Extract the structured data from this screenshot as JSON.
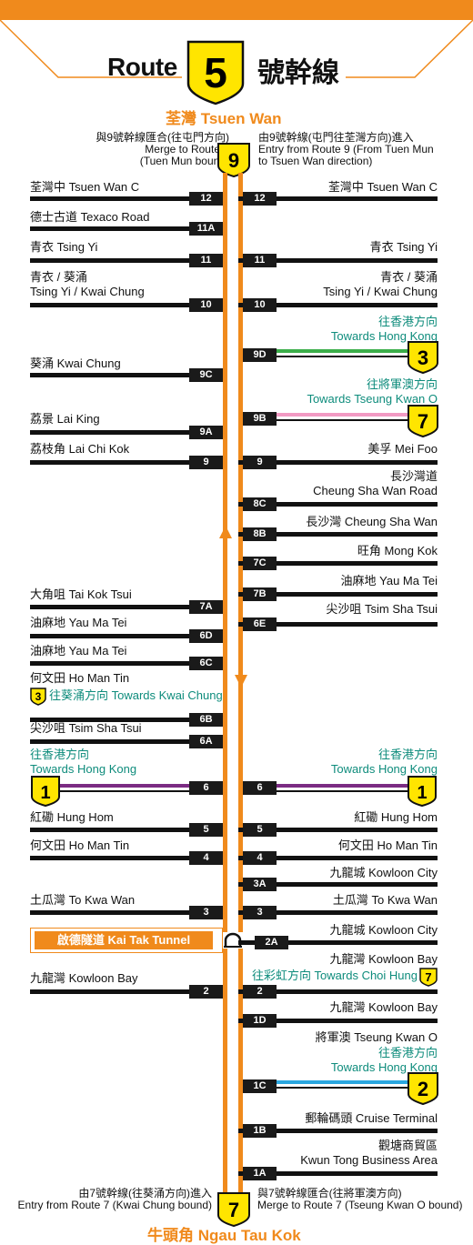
{
  "header": {
    "route_word": "Route",
    "route_number": "5",
    "route_cn": "號幹線"
  },
  "top_terminus": "荃灣 Tsuen Wan",
  "bottom_terminus": "牛頭角 Ngau Tau Kok",
  "top_left_note": {
    "cn": "與9號幹線匯合(往屯門方向)",
    "en1": "Merge to Route 9",
    "en2": "(Tuen Mun bound)"
  },
  "top_right_note": {
    "cn": "由9號幹線(屯門往荃灣方向)進入",
    "en1": "Entry from Route 9 (From Tuen Mun",
    "en2": "to Tsuen Wan direction)"
  },
  "bottom_left_note": {
    "cn": "由7號幹線(往葵涌方向)進入",
    "en": "Entry from Route 7 (Kwai Chung bound)"
  },
  "bottom_right_note": {
    "cn": "與7號幹線匯合(往將軍澳方向)",
    "en": "Merge to Route 7 (Tseung  Kwan O bound)"
  },
  "shields": {
    "route9": "9",
    "route7": "7",
    "route3": "3",
    "route1": "1",
    "route2": "2"
  },
  "tunnel": "啟德隧道 Kai Tak Tunnel",
  "colors": {
    "orange": "#F08A1C",
    "shield_yellow": "#FFE500",
    "route3_green": "#3BAE49",
    "route7_pink": "#F29AC3",
    "route1_purple": "#7B2B83",
    "route2_blue": "#2AA7E0",
    "teal_text": "#0E8C7C"
  },
  "left_exits": [
    {
      "exit": "12",
      "label1": "荃灣中 Tsuen Wan C",
      "label2": ""
    },
    {
      "exit": "11A",
      "label1": "德士古道 Texaco Road",
      "label2": ""
    },
    {
      "exit": "11",
      "label1": "青衣 Tsing Yi",
      "label2": ""
    },
    {
      "exit": "10",
      "label1": "青衣 / 葵涌",
      "label2": "Tsing Yi / Kwai Chung"
    },
    {
      "exit": "9C",
      "label1": "葵涌 Kwai Chung",
      "label2": ""
    },
    {
      "exit": "9A",
      "label1": "荔景 Lai King",
      "label2": ""
    },
    {
      "exit": "9",
      "label1": "荔枝角 Lai Chi Kok",
      "label2": ""
    },
    {
      "exit": "7A",
      "label1": "大角咀 Tai Kok Tsui",
      "label2": ""
    },
    {
      "exit": "6D",
      "label1": "油麻地 Yau Ma Tei",
      "label2": ""
    },
    {
      "exit": "6C",
      "label1": "油麻地 Yau Ma Tei",
      "label2": ""
    },
    {
      "exit": "6B",
      "label1": "何文田 Ho Man Tin",
      "label2": "往葵涌方向 Towards Kwai Chung"
    },
    {
      "exit": "6A",
      "label1": "尖沙咀 Tsim Sha Tsui",
      "label2": ""
    },
    {
      "exit": "6",
      "label1": "往香港方向",
      "label2": "Towards Hong Kong"
    },
    {
      "exit": "5",
      "label1": "紅磡 Hung Hom",
      "label2": ""
    },
    {
      "exit": "4",
      "label1": "何文田 Ho Man Tin",
      "label2": ""
    },
    {
      "exit": "3",
      "label1": "土瓜灣 To Kwa Wan",
      "label2": ""
    },
    {
      "exit": "2",
      "label1": "九龍灣 Kowloon Bay",
      "label2": ""
    }
  ],
  "right_exits": [
    {
      "exit": "12",
      "label1": "荃灣中 Tsuen Wan C",
      "label2": ""
    },
    {
      "exit": "11",
      "label1": "青衣 Tsing Yi",
      "label2": ""
    },
    {
      "exit": "10",
      "label1": "青衣 / 葵涌",
      "label2": "Tsing Yi / Kwai Chung"
    },
    {
      "exit": "9D",
      "label1": "往香港方向",
      "label2": "Towards Hong Kong"
    },
    {
      "exit": "9B",
      "label1": "往將軍澳方向",
      "label2": "Towards Tseung Kwan O"
    },
    {
      "exit": "9",
      "label1": "美孚 Mei Foo",
      "label2": ""
    },
    {
      "exit": "8C",
      "label1": "長沙灣道",
      "label2": "Cheung Sha Wan Road"
    },
    {
      "exit": "8B",
      "label1": "長沙灣 Cheung Sha Wan",
      "label2": ""
    },
    {
      "exit": "7C",
      "label1": "旺角 Mong Kok",
      "label2": ""
    },
    {
      "exit": "7B",
      "label1": "油麻地 Yau Ma Tei",
      "label2": ""
    },
    {
      "exit": "6E",
      "label1": "尖沙咀 Tsim Sha Tsui",
      "label2": ""
    },
    {
      "exit": "6",
      "label1": "往香港方向",
      "label2": "Towards Hong Kong"
    },
    {
      "exit": "5",
      "label1": "紅磡 Hung Hom",
      "label2": ""
    },
    {
      "exit": "4",
      "label1": "何文田 Ho Man Tin",
      "label2": ""
    },
    {
      "exit": "3A",
      "label1": "九龍城 Kowloon City",
      "label2": ""
    },
    {
      "exit": "3",
      "label1": "土瓜灣 To Kwa Wan",
      "label2": ""
    },
    {
      "exit": "2A",
      "label1": "九龍城 Kowloon City",
      "label2": ""
    },
    {
      "exit": "2",
      "label1": "九龍灣 Kowloon Bay",
      "label2": "往彩虹方向 Towards Choi Hung"
    },
    {
      "exit": "1D",
      "label1": "九龍灣 Kowloon Bay",
      "label2": ""
    },
    {
      "exit": "1C",
      "label1": "將軍澳 Tseung Kwan O",
      "label2": "往香港方向",
      "label3": "Towards Hong Kong"
    },
    {
      "exit": "1B",
      "label1": "郵輪碼頭 Cruise Terminal",
      "label2": ""
    },
    {
      "exit": "1A",
      "label1": "觀塘商貿區",
      "label2": "Kwun Tong Business Area"
    }
  ]
}
